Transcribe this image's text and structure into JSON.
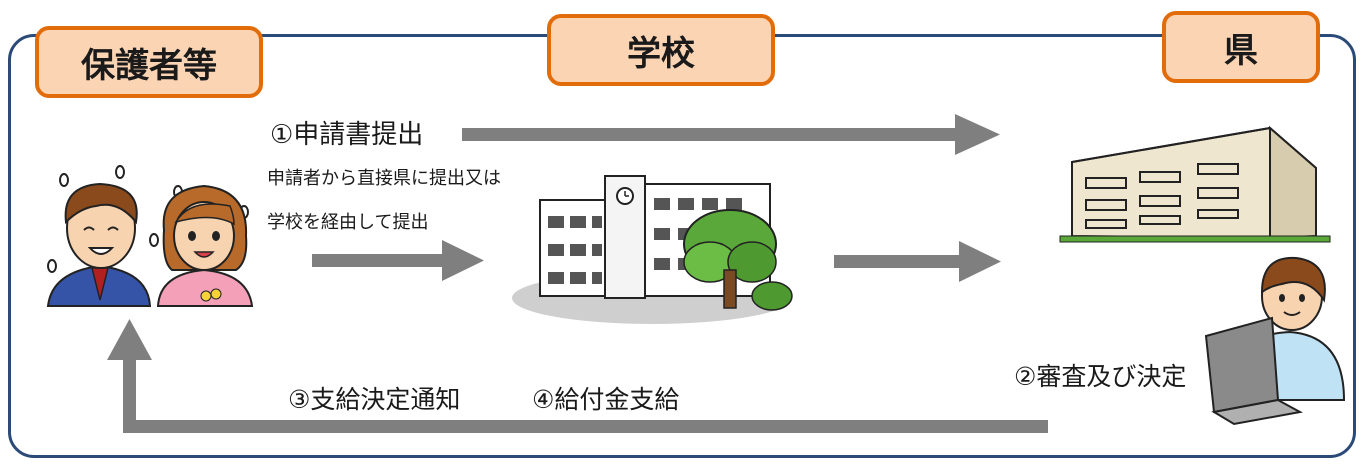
{
  "nodes": {
    "guardian": "保護者等",
    "school": "学校",
    "prefecture": "県"
  },
  "steps": {
    "step1": "①申請書提出",
    "note_line1": "申請者から直接県に提出又は",
    "note_line2": "学校を経由して提出",
    "step2": "②審査及び決定",
    "step3": "③支給決定通知",
    "step4": "④給付金支給"
  },
  "colors": {
    "frame_border": "#2c4a78",
    "box_fill": "#fbd4b4",
    "box_border": "#e36c0a",
    "arrow": "#7f7f7f"
  },
  "icons": [
    "parents-illustration",
    "school-building-illustration",
    "prefectural-office-illustration",
    "staff-at-computer-illustration"
  ]
}
